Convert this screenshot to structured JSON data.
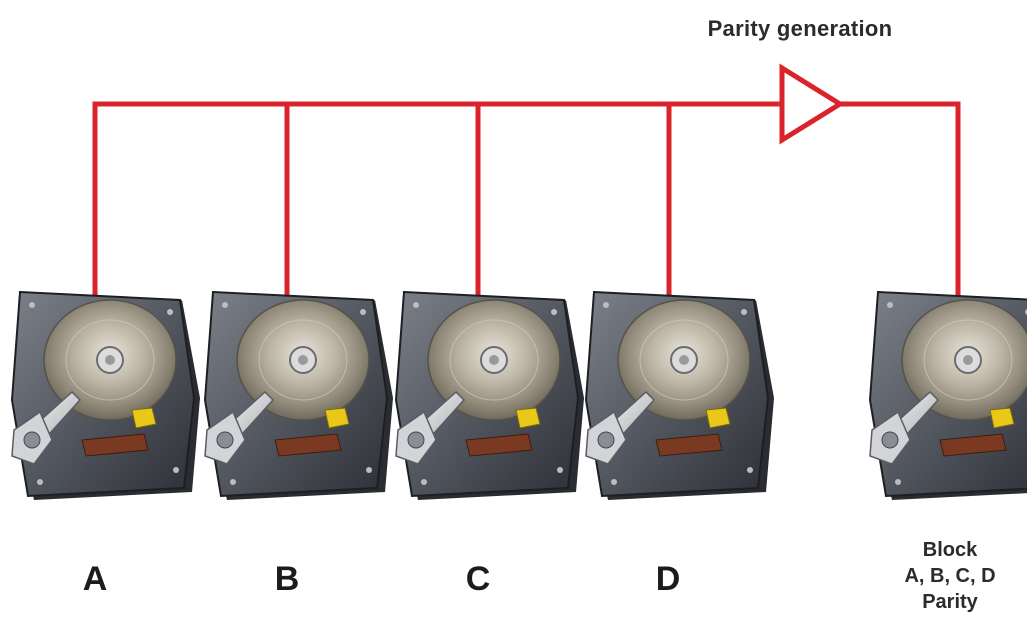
{
  "title": "Parity generation",
  "disks": [
    {
      "label": "A"
    },
    {
      "label": "B"
    },
    {
      "label": "C"
    },
    {
      "label": "D"
    }
  ],
  "parity_disk": {
    "label_lines": [
      "Block",
      "A, B, C, D",
      "Parity"
    ]
  },
  "colors": {
    "wire": "#d9242c",
    "background": "#ffffff"
  },
  "icons": {
    "disk": "hard-drive-icon",
    "gate": "parity-generator-triangle-icon"
  }
}
